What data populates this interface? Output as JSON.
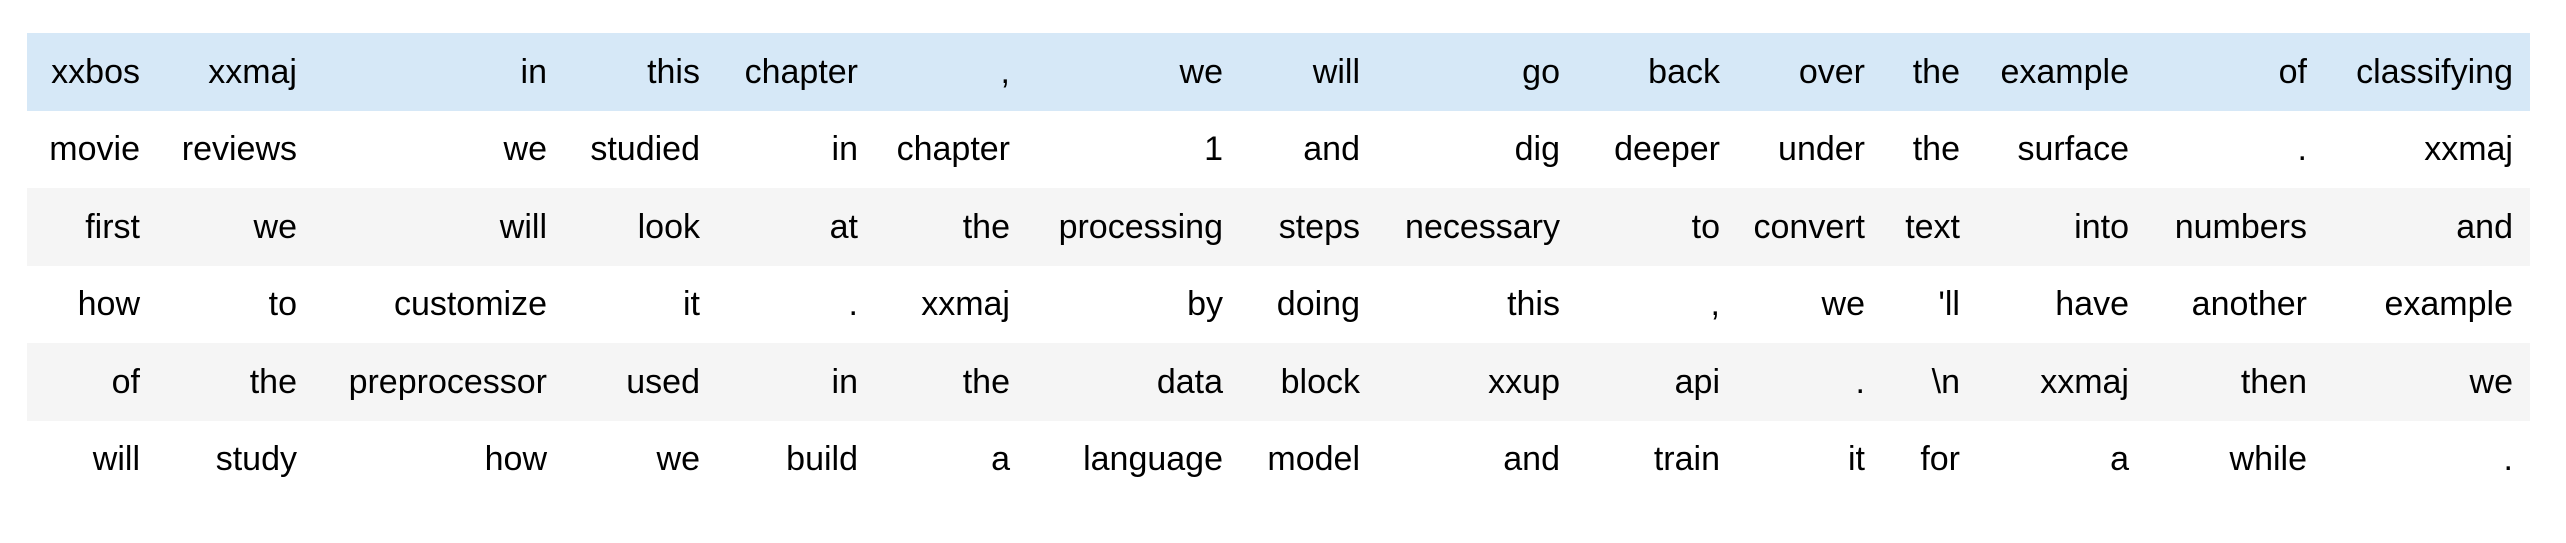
{
  "app": {
    "description": "Tokenized text preview table (notebook dataframe output), 6 rows x 15 token columns, first row highlighted"
  },
  "colors": {
    "highlight_row_bg": "#d6e8f7",
    "stripe_row_bg": "#f5f5f5",
    "plain_row_bg": "#ffffff",
    "text": "#000000",
    "page_bg": "#ffffff"
  },
  "table": {
    "row_styles": [
      "highlight",
      "plain",
      "stripe",
      "plain",
      "stripe",
      "plain"
    ],
    "rows": [
      [
        "xxbos",
        "xxmaj",
        "in",
        "this",
        "chapter",
        ",",
        "we",
        "will",
        "go",
        "back",
        "over",
        "the",
        "example",
        "of",
        "classifying"
      ],
      [
        "movie",
        "reviews",
        "we",
        "studied",
        "in",
        "chapter",
        "1",
        "and",
        "dig",
        "deeper",
        "under",
        "the",
        "surface",
        ".",
        "xxmaj"
      ],
      [
        "first",
        "we",
        "will",
        "look",
        "at",
        "the",
        "processing",
        "steps",
        "necessary",
        "to",
        "convert",
        "text",
        "into",
        "numbers",
        "and"
      ],
      [
        "how",
        "to",
        "customize",
        "it",
        ".",
        "xxmaj",
        "by",
        "doing",
        "this",
        ",",
        "we",
        "'ll",
        "have",
        "another",
        "example"
      ],
      [
        "of",
        "the",
        "preprocessor",
        "used",
        "in",
        "the",
        "data",
        "block",
        "xxup",
        "api",
        ".",
        "\\n",
        "xxmaj",
        "then",
        "we"
      ],
      [
        "will",
        "study",
        "how",
        "we",
        "build",
        "a",
        "language",
        "model",
        "and",
        "train",
        "it",
        "for",
        "a",
        "while",
        "."
      ]
    ]
  }
}
